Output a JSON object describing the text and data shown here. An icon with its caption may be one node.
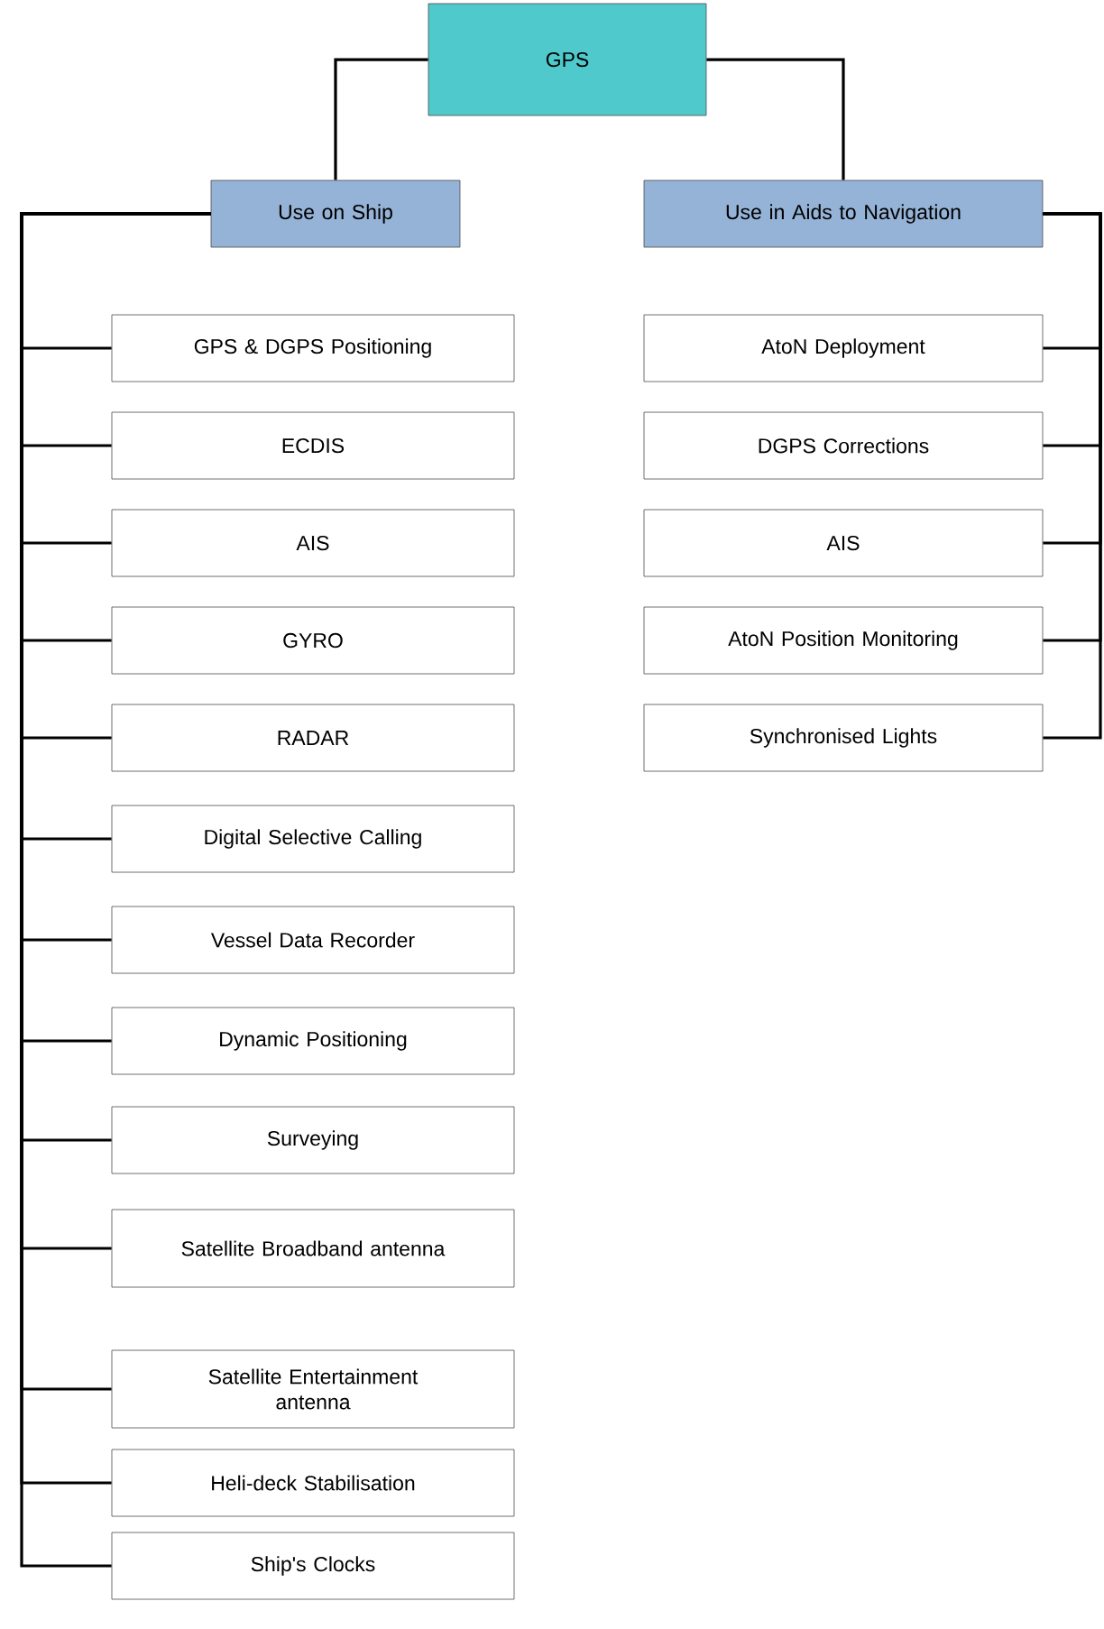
{
  "diagram": {
    "nodes": [
      {
        "text": [
          "GPS"
        ]
      },
      {
        "text": [
          "Use on Ship"
        ]
      },
      {
        "text": [
          "Use in Aids to Navigation"
        ]
      },
      {
        "text": [
          "GPS & DGPS Positioning"
        ]
      },
      {
        "text": [
          "ECDIS"
        ]
      },
      {
        "text": [
          "AIS"
        ]
      },
      {
        "text": [
          "GYRO"
        ]
      },
      {
        "text": [
          "RADAR"
        ]
      },
      {
        "text": [
          "Digital Selective Calling"
        ]
      },
      {
        "text": [
          "Vessel Data Recorder"
        ]
      },
      {
        "text": [
          "Dynamic Positioning"
        ]
      },
      {
        "text": [
          "Surveying"
        ]
      },
      {
        "text": [
          "Satellite Broadband antenna"
        ]
      },
      {
        "text": [
          "Satellite Entertainment antenna"
        ]
      },
      {
        "text": [
          "Heli-deck Stabilisation"
        ]
      },
      {
        "text": [
          "Ship's Clocks"
        ]
      },
      {
        "text": [
          "AtoN Deployment"
        ]
      },
      {
        "text": [
          "DGPS Corrections"
        ]
      },
      {
        "text": [
          "AIS"
        ]
      },
      {
        "text": [
          "AtoN Position Monitoring"
        ]
      },
      {
        "text": [
          "Synchronised Lights"
        ]
      }
    ],
    "edges": [
      {
        "from": 0,
        "to": 1,
        "arrow": "none"
      },
      {
        "from": 0,
        "to": 2,
        "arrow": "none"
      },
      {
        "from": 1,
        "to": 3,
        "arrow": "none"
      },
      {
        "from": 1,
        "to": 4,
        "arrow": "none"
      },
      {
        "from": 1,
        "to": 5,
        "arrow": "none"
      },
      {
        "from": 1,
        "to": 6,
        "arrow": "none"
      },
      {
        "from": 1,
        "to": 7,
        "arrow": "none"
      },
      {
        "from": 1,
        "to": 8,
        "arrow": "none"
      },
      {
        "from": 1,
        "to": 9,
        "arrow": "none"
      },
      {
        "from": 1,
        "to": 10,
        "arrow": "none"
      },
      {
        "from": 1,
        "to": 11,
        "arrow": "none"
      },
      {
        "from": 1,
        "to": 12,
        "arrow": "none"
      },
      {
        "from": 1,
        "to": 13,
        "arrow": "none"
      },
      {
        "from": 1,
        "to": 14,
        "arrow": "none"
      },
      {
        "from": 1,
        "to": 15,
        "arrow": "none"
      },
      {
        "from": 2,
        "to": 16,
        "arrow": "none"
      },
      {
        "from": 2,
        "to": 17,
        "arrow": "none"
      },
      {
        "from": 2,
        "to": 18,
        "arrow": "none"
      },
      {
        "from": 2,
        "to": 19,
        "arrow": "none"
      },
      {
        "from": 2,
        "to": 20,
        "arrow": "none"
      }
    ]
  }
}
